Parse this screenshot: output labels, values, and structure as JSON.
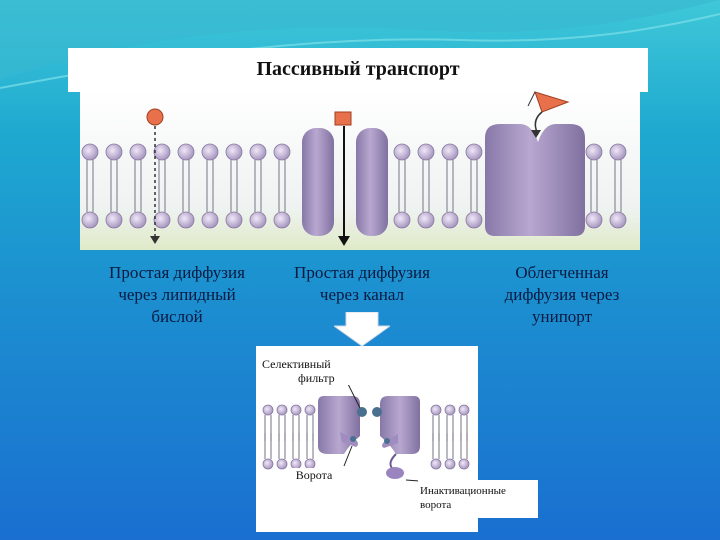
{
  "title": "Пассивный транспорт",
  "captions": {
    "simple_lipid": [
      "Простая диффузия",
      "через липидный",
      "бислой"
    ],
    "simple_channel": [
      "Простая диффузия",
      "через канал"
    ],
    "facilitated": [
      "Облегченная",
      "диффузия через",
      "унипорт"
    ]
  },
  "detail_labels": {
    "selective_filter": [
      "Селективный",
      "фильтр"
    ],
    "gate": "Ворота",
    "inactivation_gate": [
      "Инактивационные",
      "ворота"
    ]
  },
  "colors": {
    "background_top": "#3fc8d8",
    "background_bottom": "#1a6fd0",
    "lipid_head": "#c8b8d8",
    "protein": "#9a8ab8",
    "solute": "#e8704a"
  }
}
